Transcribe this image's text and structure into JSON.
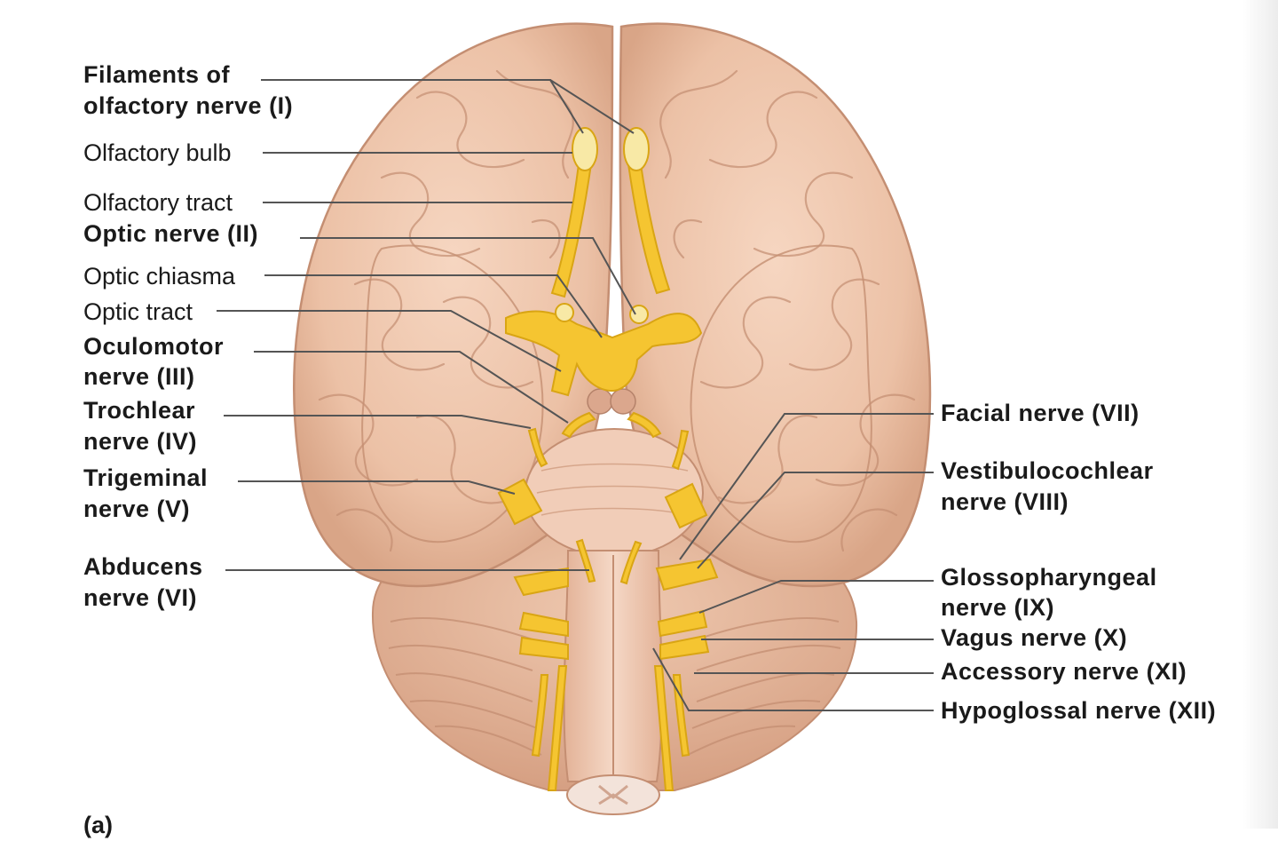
{
  "labels_left": {
    "filaments_line1": "Filaments of",
    "filaments_line2": "olfactory nerve (I)",
    "olfactory_bulb": "Olfactory bulb",
    "olfactory_tract": "Olfactory tract",
    "optic_nerve": "Optic nerve (II)",
    "optic_chiasma": "Optic chiasma",
    "optic_tract": "Optic tract",
    "oculomotor_line1": "Oculomotor",
    "oculomotor_line2": "nerve (III)",
    "trochlear_line1": "Trochlear",
    "trochlear_line2": "nerve (IV)",
    "trigeminal_line1": "Trigeminal",
    "trigeminal_line2": "nerve (V)",
    "abducens_line1": "Abducens",
    "abducens_line2": "nerve (VI)"
  },
  "labels_right": {
    "facial": "Facial nerve (VII)",
    "vestibulocochlear_line1": "Vestibulocochlear",
    "vestibulocochlear_line2": "nerve (VIII)",
    "glossopharyngeal_line1": "Glossopharyngeal",
    "glossopharyngeal_line2": "nerve (IX)",
    "vagus": "Vagus nerve (X)",
    "accessory": "Accessory nerve (XI)",
    "hypoglossal": "Hypoglossal nerve (XII)"
  },
  "figure_letter": "(a)",
  "colors": {
    "brain": "#eec6ad",
    "brain_dark": "#c9977b",
    "brain_light": "#f7ddcb",
    "nerve": "#f5c531",
    "nerve_dark": "#d9a514",
    "leader": "#555555"
  }
}
